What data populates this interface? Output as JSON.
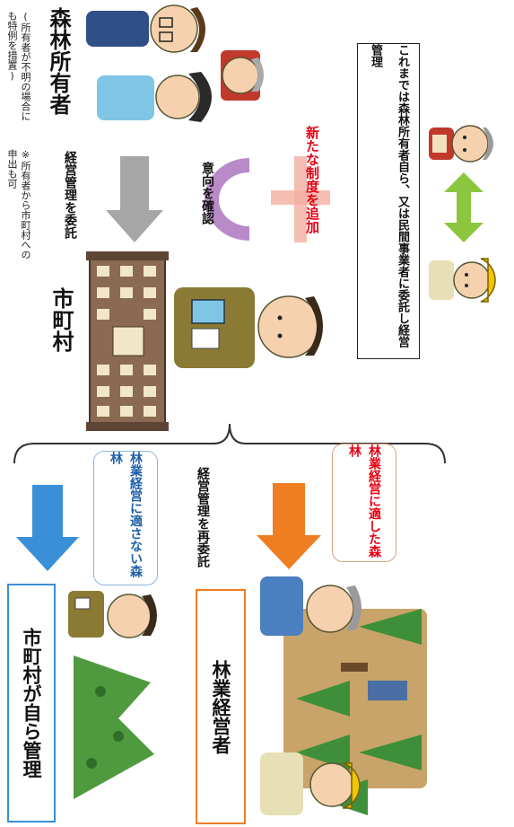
{
  "top": {
    "previous_text": "これまでは森林所有者自ら、又は民間事業者に委託し経営管理",
    "new_system": "新たな制度を追加"
  },
  "owner": {
    "title": "森林所有者",
    "note_unknown": "(所有者が不明の場合にも特例を措置)",
    "note_request": "※所有者から市町村への申出も可"
  },
  "flow": {
    "consent": "意向を確認",
    "entrust": "経営管理を委託",
    "reentrust": "経営管理を再委託"
  },
  "municipality": {
    "title": "市町村"
  },
  "suitable": {
    "label": "林業経営に適した森林",
    "result": "林業経営者"
  },
  "unsuitable": {
    "label": "林業経営に適さない森林",
    "result": "市町村が自ら管理"
  },
  "colors": {
    "red": "#e60012",
    "green_arrow": "#8cc63f",
    "orange_arrow": "#ef7d22",
    "blue_arrow": "#3a8fd9",
    "grey_arrow": "#a6a6a6",
    "purple_arc": "#b98ac8"
  }
}
